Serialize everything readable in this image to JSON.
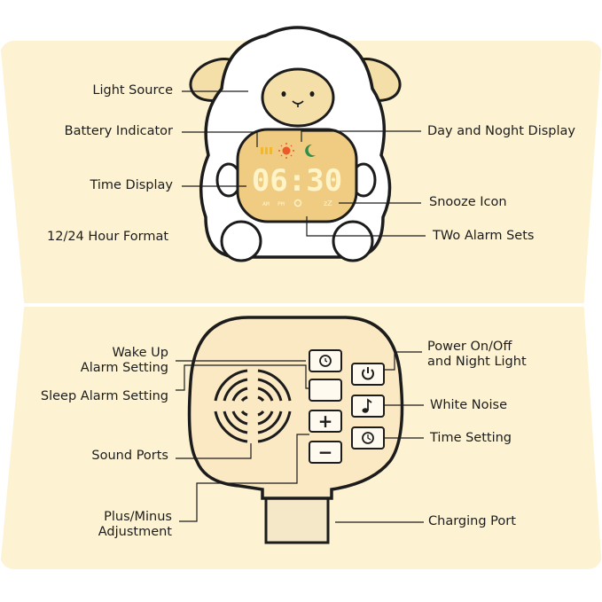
{
  "colors": {
    "panel_bg": "#fdf2d2",
    "face": "#f4dfa8",
    "screen_bg": "#f0cc82",
    "digits": "#fff4c8",
    "sun": "#ec5a2a",
    "moon": "#2f8f4a",
    "battery": "#f0b830"
  },
  "display": {
    "time": "06:30",
    "am": "AM",
    "pm": "PM",
    "snooze": "zZ"
  },
  "top_labels": {
    "light_source": "Light Source",
    "battery_indicator": "Battery Indicator",
    "time_display": "Time Display",
    "hour_format": "12/24 Hour Format",
    "day_night_display": "Day and Noght Display",
    "snooze_icon": "Snooze Icon",
    "two_alarm_sets": "TWo Alarm Sets"
  },
  "bottom_labels": {
    "wake_up_alarm": "Wake Up\nAlarm Setting",
    "sleep_alarm": "Sleep Alarm Setting",
    "sound_ports": "Sound Ports",
    "plus_minus": "Plus/Minus\nAdjustment",
    "power_night_light": "Power On/Off\nand Night Light",
    "white_noise": "White Noise",
    "time_setting": "Time Setting",
    "charging_port": "Charging Port"
  },
  "buttons": {
    "plus": "+",
    "minus": "−",
    "icons": [
      "alarm-clock-icon",
      "moon-icon",
      "power-icon",
      "music-note-icon",
      "clock-icon"
    ]
  }
}
